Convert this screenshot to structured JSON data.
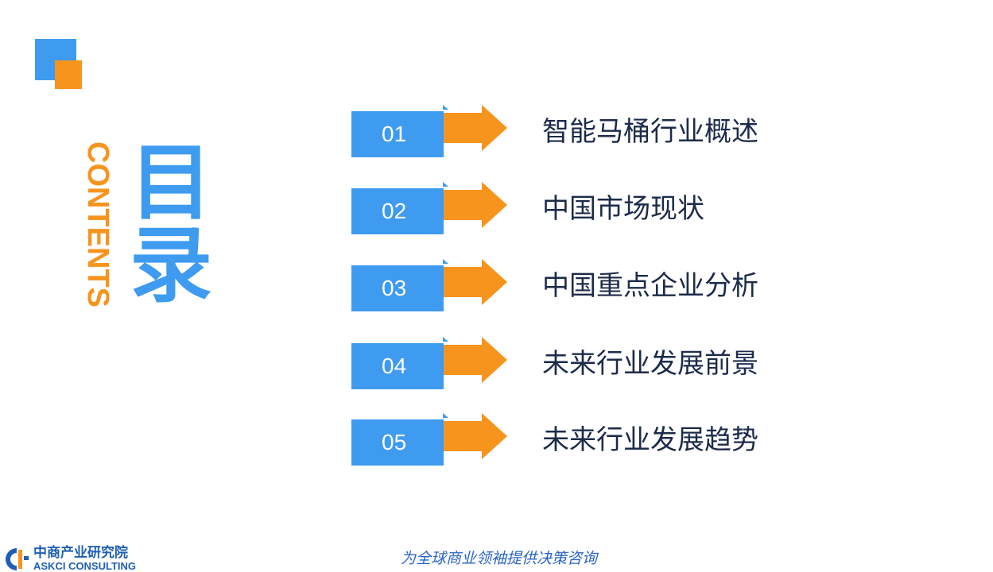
{
  "colors": {
    "blue": "#3e9bf0",
    "orange": "#f7941d",
    "text_dark": "#1c2b4a",
    "logo_blue": "#1f5fb4"
  },
  "header": {
    "contents_en": "CONTENTS",
    "title_cn": "目录"
  },
  "menu": {
    "items": [
      {
        "number": "01",
        "label": "智能马桶行业概述"
      },
      {
        "number": "02",
        "label": "中国市场现状"
      },
      {
        "number": "03",
        "label": "中国重点企业分析"
      },
      {
        "number": "04",
        "label": "未来行业发展前景"
      },
      {
        "number": "05",
        "label": "未来行业发展趋势"
      }
    ]
  },
  "footer": {
    "logo_cn": "中商产业研究院",
    "logo_en": "ASKCI CONSULTING",
    "slogan": "为全球商业领袖提供决策咨询"
  }
}
